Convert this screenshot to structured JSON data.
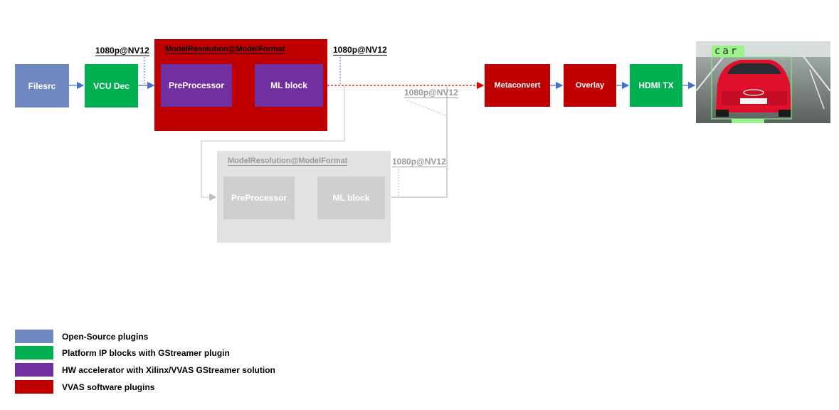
{
  "colors": {
    "open_source": "#6f88c0",
    "platform_ip": "#00b050",
    "hw_accel": "#7030a0",
    "vvas_sw": "#c00000",
    "inactive_bg": "#e2e2e2",
    "inactive_block": "#cfcfcf",
    "inactive_text": "#ffffff"
  },
  "blocks": {
    "filesrc": "Filesrc",
    "vcu_dec": "VCU Dec",
    "preprocessor": "PreProcessor",
    "ml_block": "ML block",
    "metaconvert": "Metaconvert",
    "overlay": "Overlay",
    "hdmi_tx": "HDMI TX",
    "preprocessor_2": "PreProcessor",
    "ml_block_2": "ML block"
  },
  "labels": {
    "format_vcu_out": "1080p@NV12",
    "model_res_main": "ModelResolution@ModelFormat",
    "format_ml_out": "1080p@NV12",
    "format_grey_merge": "1080p@NV12",
    "model_res_grey": "ModelResolution@ModelFormat",
    "format_grey_ml_out": "1080p@NV12"
  },
  "image": {
    "subject": "red car with detection box",
    "detection_label": "car"
  },
  "legend": [
    {
      "label": "Open-Source plugins",
      "color": "#6f88c0"
    },
    {
      "label": "Platform IP blocks with GStreamer plugin",
      "color": "#00b050"
    },
    {
      "label": "HW accelerator with Xilinx/VVAS GStreamer solution",
      "color": "#7030a0"
    },
    {
      "label": "VVAS software plugins",
      "color": "#c00000"
    }
  ]
}
